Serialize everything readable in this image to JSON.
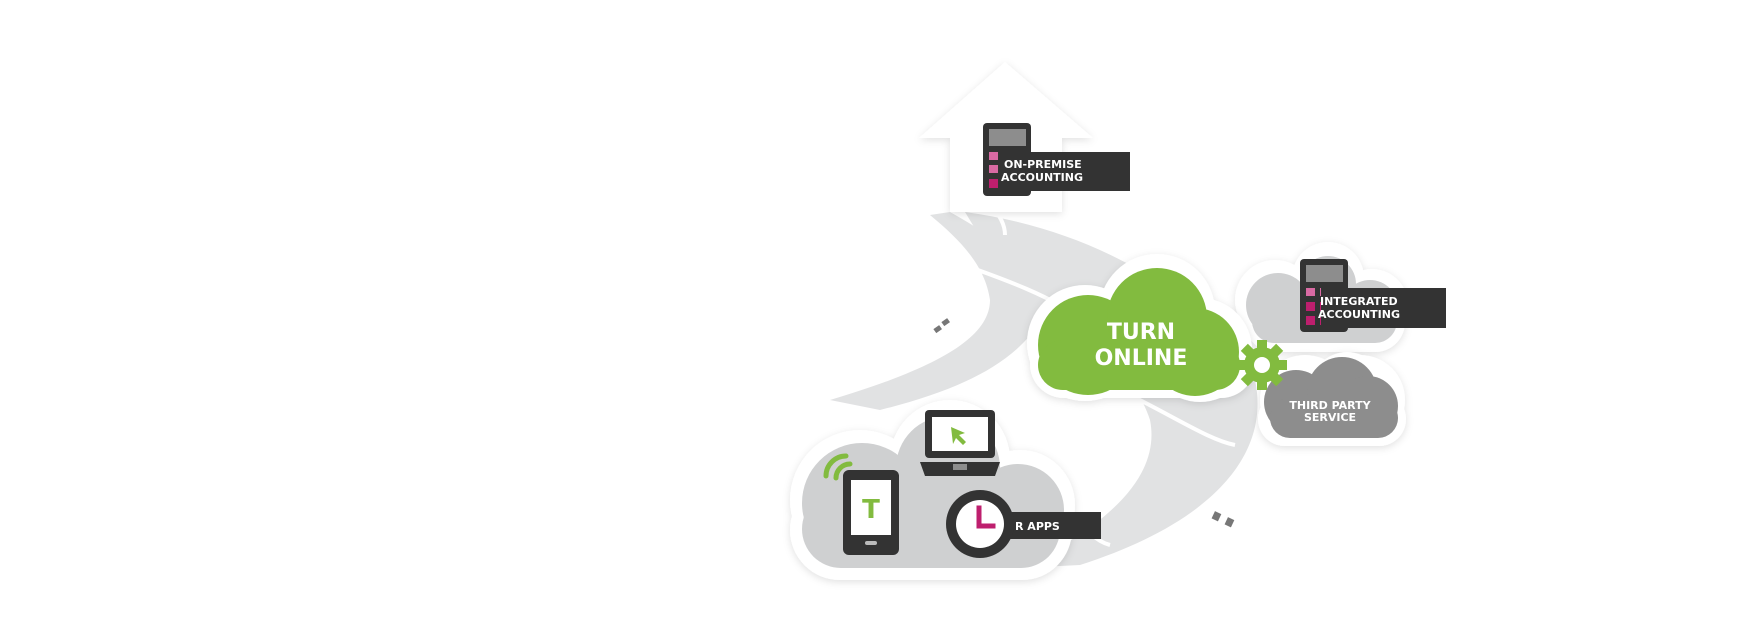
{
  "colors": {
    "green": "#82bb3f",
    "magenta": "#be1f6e",
    "magenta_light": "#d96aa3",
    "dark": "#333333",
    "grey_cloud": "#cfd0d1",
    "grey_service": "#8d8d8d",
    "path": "#e1e2e3",
    "white": "#ffffff"
  },
  "center_cloud": {
    "line1": "TURN",
    "line2": "ONLINE"
  },
  "labels": {
    "on_premise": {
      "line1": "ON-PREMISE",
      "line2": "ACCOUNTING"
    },
    "integrated": {
      "line1": "INTEGRATED",
      "line2": "ACCOUNTING"
    },
    "third_party": {
      "line1": "THIRD PARTY",
      "line2": "SERVICE"
    },
    "apps": {
      "line1": "R APPS"
    }
  },
  "icons": {
    "home": "house-icon",
    "calculator": "calculator-icon",
    "gear": "gear-icon",
    "phone": "phone-icon",
    "phone_letter": "T",
    "laptop": "laptop-icon",
    "clock": "clock-icon",
    "wifi": "wifi-icon"
  }
}
